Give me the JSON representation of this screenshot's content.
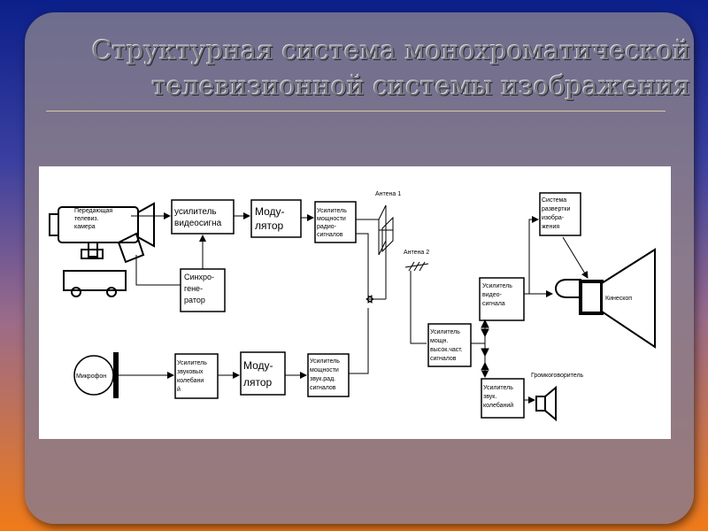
{
  "slide": {
    "title_line1": "Структурная система монохроматической",
    "title_line2": "телевизионной системы изображения"
  },
  "diagram": {
    "camera": [
      "Передающая",
      "телевиз.",
      "камера"
    ],
    "video_amp": [
      "усилитель",
      "видеосигна"
    ],
    "modulator_top": [
      "Моду-",
      "лятор"
    ],
    "power_amp_radio": [
      "Усилитель",
      "мощности",
      "радио-",
      "сигналов"
    ],
    "sync_gen": [
      "Синхро-",
      "гене-",
      "ратор"
    ],
    "antenna1": "Антена 1",
    "antenna2": "Антена 2",
    "microphone": "Микрофон",
    "sound_amp": [
      "Усилитель",
      "звуковых",
      "колебани",
      "й"
    ],
    "modulator_bottom": [
      "Моду-",
      "лятор"
    ],
    "power_amp_sound": [
      "Усилитель",
      "мощности",
      "звук.рад.",
      "сигналов"
    ],
    "hf_amp": [
      "Усилитель",
      "мощн.",
      "высок.част.",
      "сигналов"
    ],
    "video_amp_rx": [
      "Усилитель",
      "видео-",
      "сигнала"
    ],
    "scan_system": [
      "Система",
      "развертки",
      "изобра-",
      "жения"
    ],
    "kinescope": "Кинескоп",
    "loudspeaker": "Громкоговоритель",
    "sound_amp_rx": [
      "Усилитель",
      "звук.",
      "колебаний"
    ]
  }
}
